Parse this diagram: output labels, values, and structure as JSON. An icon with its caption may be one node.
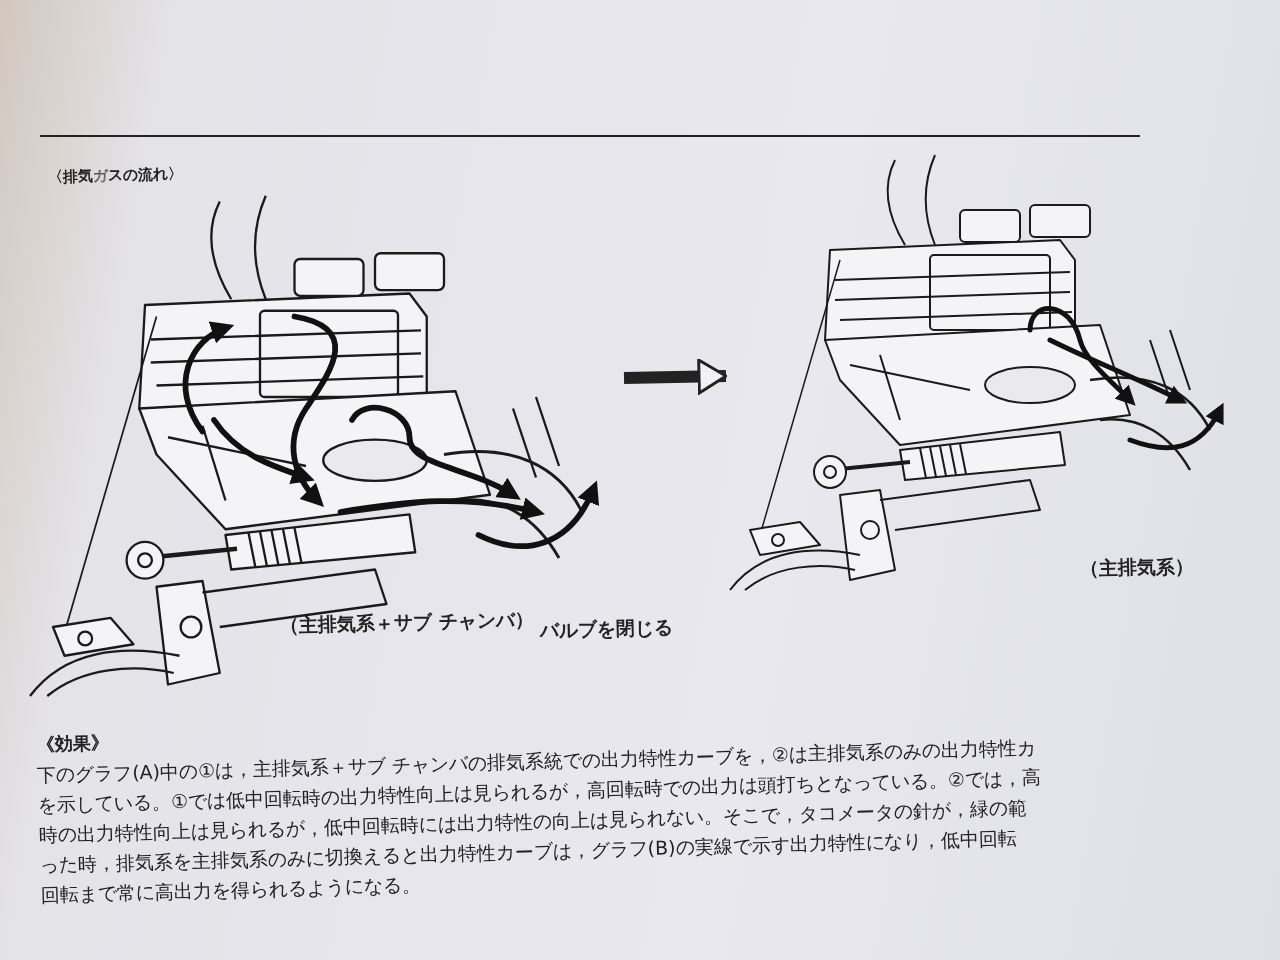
{
  "diagram": {
    "nodes": [
      {
        "text": [
          "（主排気系＋サブ チャンバ）"
        ]
      },
      {
        "text": [
          "（主排気系）"
        ]
      }
    ],
    "edges": [
      {
        "from": 0,
        "to": 1,
        "arrow": "to"
      }
    ],
    "labels": [
      "〈排気ガスの流れ〉",
      "バルブを閉じる",
      "《効果》",
      "下のグラフ(A)中の①は，主排気系＋サブ チャンバの排気系統での出力特性カーブを，②は主排気系のみの出力特性カ",
      "を示している。①では低中回転時の出力特性向上は見られるが，高回転時での出力は頭打ちとなっている。②では，高",
      "時の出力特性向上は見られるが，低中回転時には出力特性の向上は見られない。そこで，タコメータの針が，緑の範",
      "った時，排気系を主排気系のみに切換えると出力特性カーブは，グラフ(B)の実線で示す出力特性になり，低中回転",
      "回転まで常に高出力を得られるようになる。"
    ]
  }
}
